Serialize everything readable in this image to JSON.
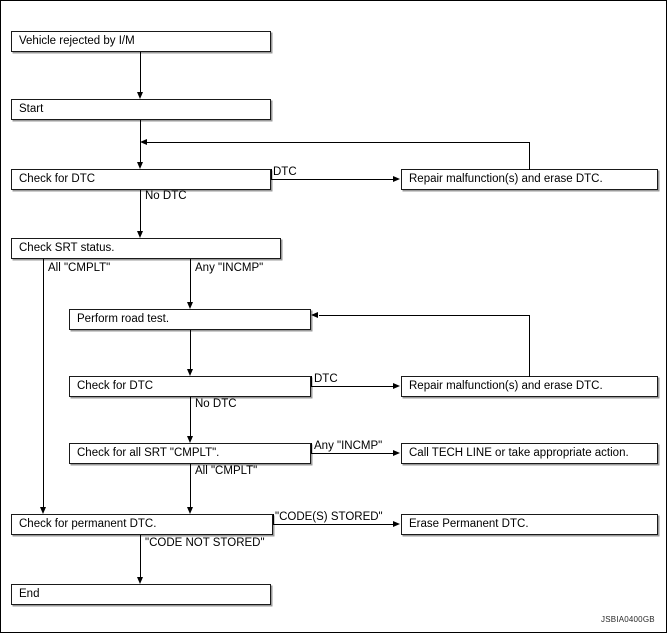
{
  "figure": {
    "reference_code": "JSBIA0400GB",
    "colors": {
      "line": "#000000",
      "box_border": "#1a1a1a",
      "box_shadow": "#9a9a9a",
      "background": "#ffffff"
    }
  },
  "nodes": [
    {
      "id": "vehicle_rejected",
      "label": "Vehicle rejected by I/M"
    },
    {
      "id": "start",
      "label": "Start"
    },
    {
      "id": "check_dtc_1",
      "label": "Check for DTC"
    },
    {
      "id": "repair_1",
      "label": "Repair malfunction(s) and erase DTC."
    },
    {
      "id": "check_srt_status",
      "label": "Check SRT status."
    },
    {
      "id": "perform_road_test",
      "label": "Perform road test."
    },
    {
      "id": "check_dtc_2",
      "label": "Check for DTC"
    },
    {
      "id": "repair_2",
      "label": "Repair malfunction(s) and erase DTC."
    },
    {
      "id": "check_all_srt_cmplt",
      "label": "Check for all SRT \"CMPLT\"."
    },
    {
      "id": "call_tech_line",
      "label": "Call TECH LINE or take appropriate action."
    },
    {
      "id": "check_permanent_dtc",
      "label": "Check for permanent DTC."
    },
    {
      "id": "erase_permanent_dtc",
      "label": "Erase Permanent DTC."
    },
    {
      "id": "end",
      "label": "End"
    }
  ],
  "edge_labels": [
    {
      "id": "dtc_1",
      "text": "DTC"
    },
    {
      "id": "no_dtc_1",
      "text": "No DTC"
    },
    {
      "id": "all_cmplt_1",
      "text": "All \"CMPLT\""
    },
    {
      "id": "any_incmp_1",
      "text": "Any \"INCMP\""
    },
    {
      "id": "dtc_2",
      "text": "DTC"
    },
    {
      "id": "no_dtc_2",
      "text": "No DTC"
    },
    {
      "id": "any_incmp_2",
      "text": "Any \"INCMP\""
    },
    {
      "id": "all_cmplt_2",
      "text": "All \"CMPLT\""
    },
    {
      "id": "codes_stored",
      "text": "\"CODE(S) STORED\""
    },
    {
      "id": "code_not_stored",
      "text": "\"CODE NOT STORED\""
    }
  ]
}
